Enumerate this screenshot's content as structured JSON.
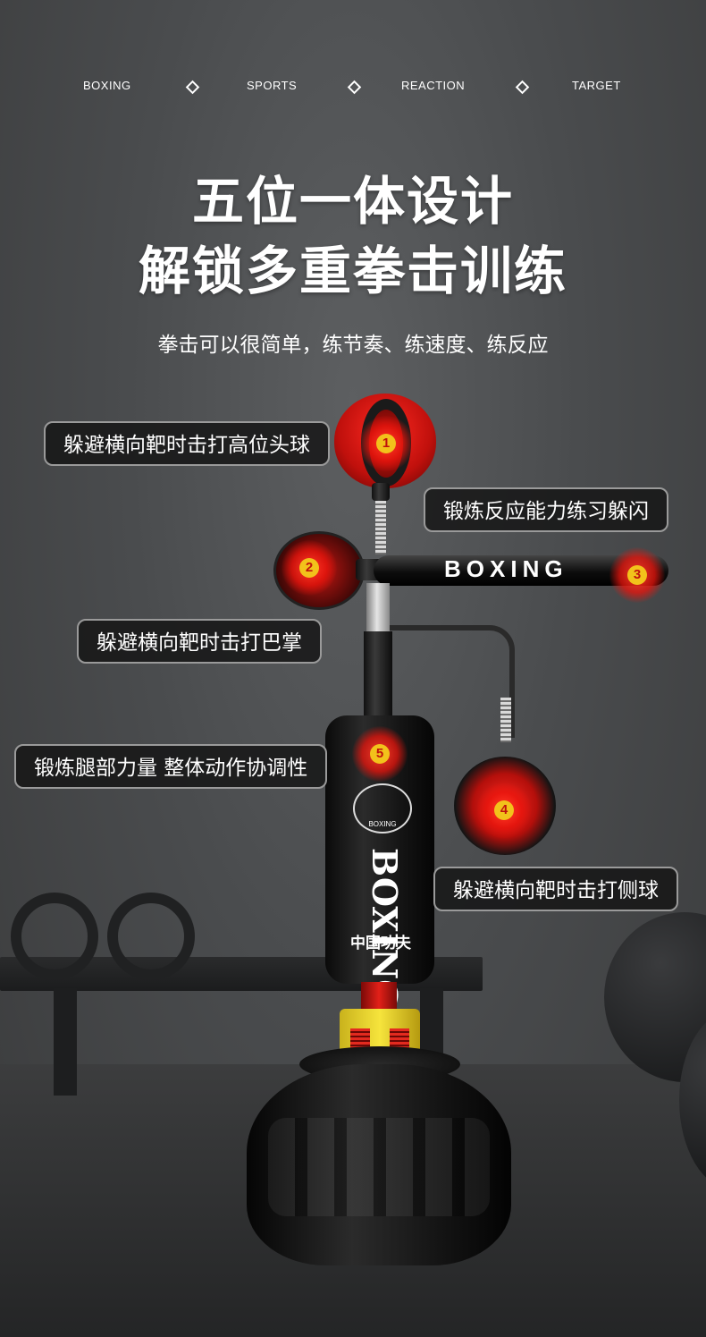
{
  "nav": {
    "items": [
      "BOXING",
      "SPORTS",
      "REACTION",
      "TARGET"
    ]
  },
  "headline": {
    "line1": "五位一体设计",
    "line2": "解锁多重拳击训练"
  },
  "subtitle": "拳击可以很简单，练节奏、练速度、练反应",
  "product": {
    "arm_text": "BOXING",
    "bag_logo_text": "BOXING",
    "bag_vertical_text": "BOXING",
    "bag_chinese_text": "中国功夫"
  },
  "targets": [
    {
      "number": "1",
      "label": "躲避横向靶时击打高位头球"
    },
    {
      "number": "2",
      "label": "躲避横向靶时击打巴掌"
    },
    {
      "number": "3",
      "label": "锻炼反应能力练习躲闪"
    },
    {
      "number": "4",
      "label": "躲避横向靶时击打侧球"
    },
    {
      "number": "5",
      "label": "锻炼腿部力量 整体动作协调性"
    }
  ],
  "colors": {
    "target_red": "#e5170f",
    "badge_yellow": "#f2c21b",
    "callout_bg": "#141414",
    "callout_border": "#9a9a9a"
  }
}
